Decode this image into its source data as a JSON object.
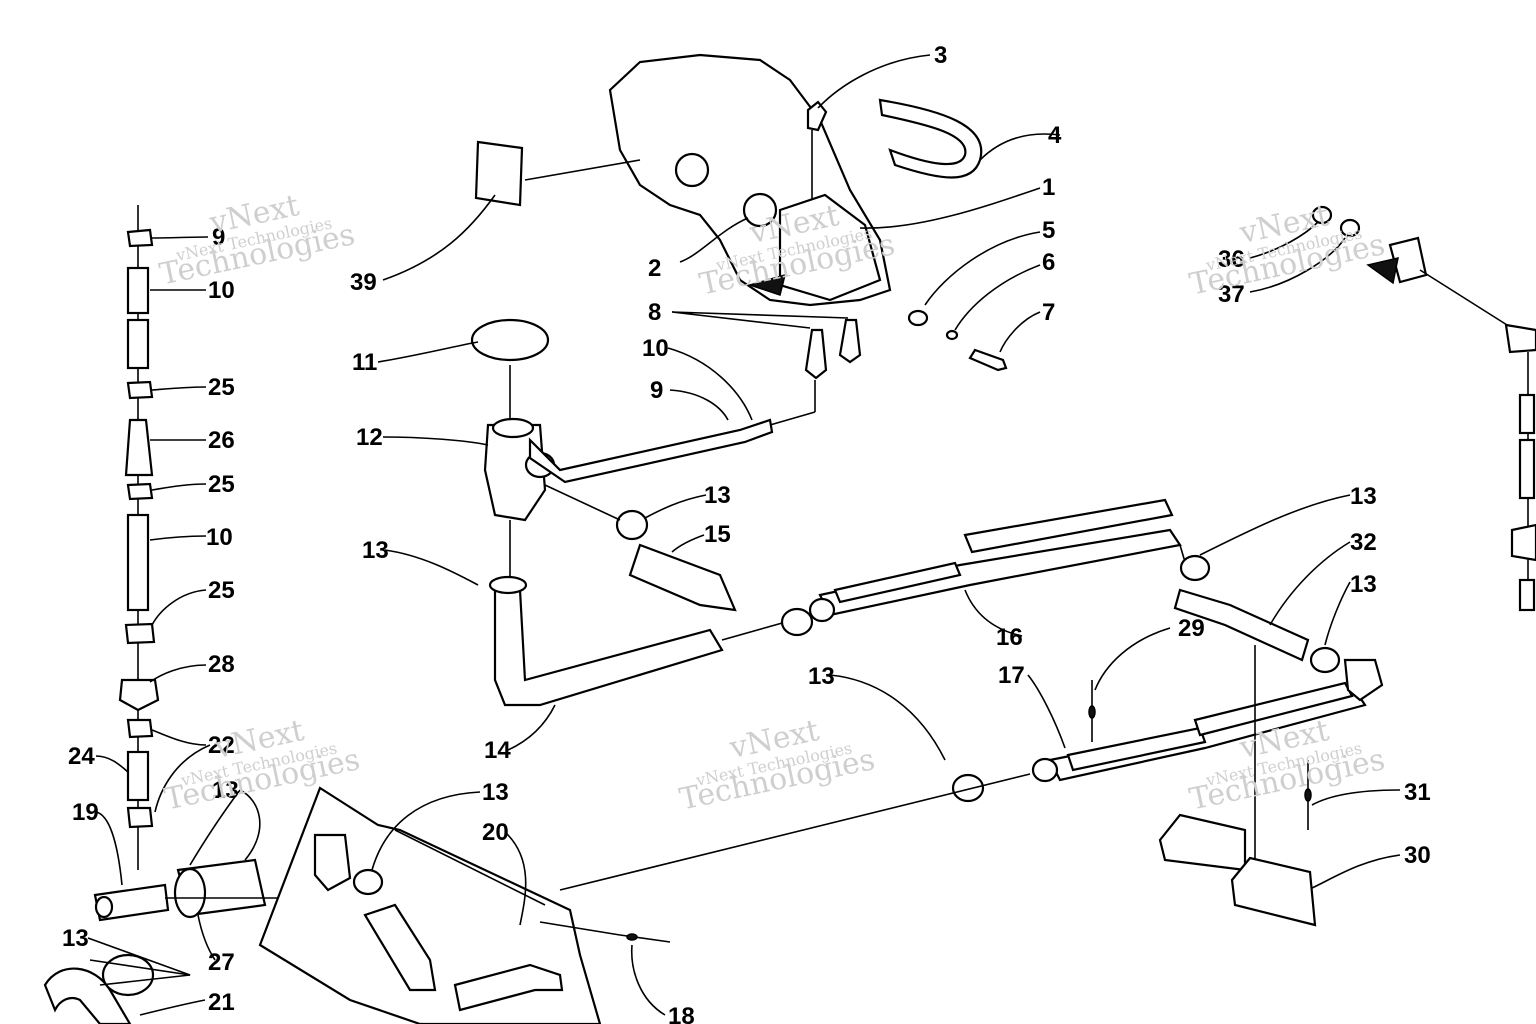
{
  "callouts": {
    "c1": "1",
    "c2": "2",
    "c3": "3",
    "c4": "4",
    "c5": "5",
    "c6": "6",
    "c7": "7",
    "c8": "8",
    "c9a": "9",
    "c9b": "9",
    "c10a": "10",
    "c10b": "10",
    "c10c": "10",
    "c11": "11",
    "c12": "12",
    "c13a": "13",
    "c13b": "13",
    "c13c": "13",
    "c13d": "13",
    "c13e": "13",
    "c13f": "13",
    "c13g": "13",
    "c13h": "13",
    "c14": "14",
    "c15": "15",
    "c16": "16",
    "c17": "17",
    "c18": "18",
    "c19": "19",
    "c20": "20",
    "c21": "21",
    "c22": "22",
    "c24": "24",
    "c25a": "25",
    "c25b": "25",
    "c25c": "25",
    "c26": "26",
    "c27": "27",
    "c28": "28",
    "c29": "29",
    "c30": "30",
    "c31": "31",
    "c32": "32",
    "c36": "36",
    "c37": "37",
    "c39": "39"
  },
  "watermark": {
    "brand": "vNext",
    "company": "Technologies",
    "line": "vNext Technologies"
  }
}
